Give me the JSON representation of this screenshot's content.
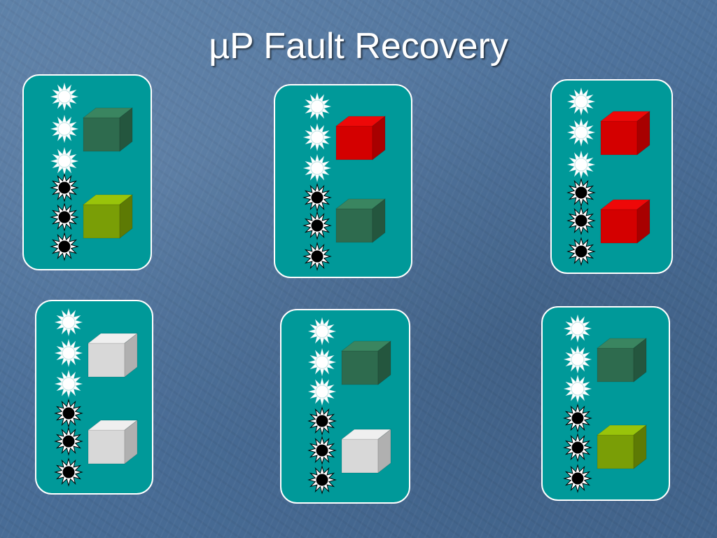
{
  "slide": {
    "title": "µP Fault Recovery"
  },
  "colors": {
    "panel": "#009999",
    "led_on": "#ffffff",
    "led_off": "#000000",
    "chip_healthy": [
      "#2e6b4e",
      "#24563e",
      "#3a8560"
    ],
    "chip_faulty": [
      "#d40000",
      "#a80000",
      "#ee0808"
    ],
    "chip_standby": [
      "#7a9e06",
      "#5d7a04",
      "#99c40a"
    ],
    "chip_off": [
      "#d8d8d8",
      "#b0b0b0",
      "#efefef"
    ]
  },
  "panels": [
    {
      "leds": [
        "on",
        "on",
        "on",
        "off",
        "off",
        "off"
      ],
      "chips": [
        "healthy",
        "standby"
      ]
    },
    {
      "leds": [
        "on",
        "on",
        "on",
        "off",
        "off",
        "off"
      ],
      "chips": [
        "faulty",
        "healthy"
      ]
    },
    {
      "leds": [
        "on",
        "on",
        "on",
        "off",
        "off",
        "off"
      ],
      "chips": [
        "faulty",
        "faulty"
      ]
    },
    {
      "leds": [
        "on",
        "on",
        "on",
        "off",
        "off",
        "off"
      ],
      "chips": [
        "off",
        "off"
      ]
    },
    {
      "leds": [
        "on",
        "on",
        "on",
        "off",
        "off",
        "off"
      ],
      "chips": [
        "healthy",
        "off"
      ]
    },
    {
      "leds": [
        "on",
        "on",
        "on",
        "off",
        "off",
        "off"
      ],
      "chips": [
        "healthy",
        "standby"
      ]
    }
  ]
}
